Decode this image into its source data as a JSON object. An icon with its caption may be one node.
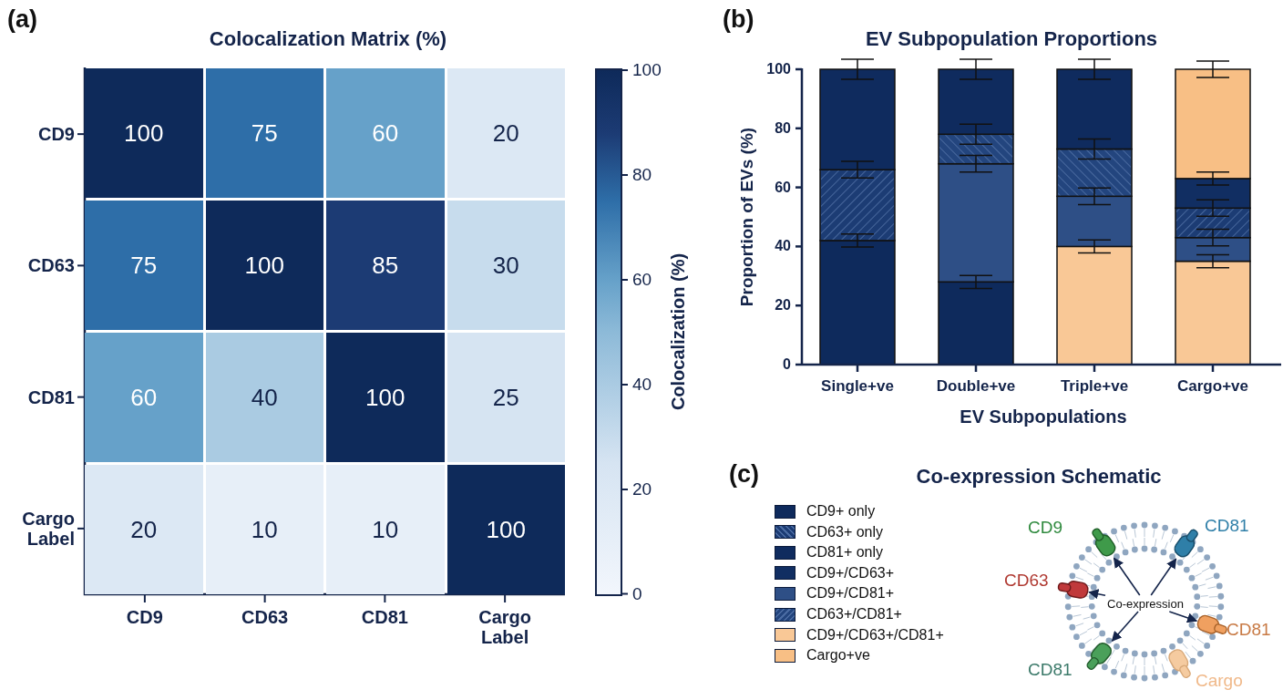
{
  "diagram": {
    "nodes": [
      {
        "text": [
          "Co-expression"
        ]
      },
      {
        "text": [],
        "shape": "capsule",
        "beside": [
          "CD9"
        ]
      },
      {
        "text": [],
        "shape": "capsule",
        "beside": [
          "CD81"
        ]
      },
      {
        "text": [],
        "shape": "capsule",
        "beside": [
          "CD63"
        ]
      },
      {
        "text": [],
        "shape": "capsule",
        "beside": [
          "CD81"
        ]
      },
      {
        "text": [],
        "shape": "capsule",
        "beside": [
          "CD81"
        ]
      },
      {
        "text": [],
        "shape": "capsule",
        "beside": [
          "Cargo"
        ]
      }
    ],
    "edges": [
      {
        "from": 0,
        "to": 1,
        "arrow": "to"
      },
      {
        "from": 0,
        "to": 2,
        "arrow": "to"
      },
      {
        "from": 0,
        "to": 3,
        "arrow": "to"
      },
      {
        "from": 0,
        "to": 4,
        "arrow": "to"
      },
      {
        "from": 0,
        "to": 5,
        "arrow": "to"
      }
    ],
    "labels": [
      "(a)",
      "Colocalization Matrix (%)",
      "CD9",
      "100",
      "75",
      "60",
      "20",
      "CD63",
      "75",
      "100",
      "85",
      "30",
      "CD81",
      "60",
      "40",
      "100",
      "25",
      "Cargo Label",
      "20",
      "10",
      "10",
      "100",
      "CD9",
      "CD63",
      "CD81",
      "Cargo Label",
      "Colocalization (%)",
      "100",
      "80",
      "60",
      "40",
      "20",
      "0",
      "(b)",
      "(c)",
      "Co-expression Schematic"
    ],
    "chart_data": {
      "type": "bar",
      "title": "EV Subpopulation Proportions",
      "xlabel": "EV Subpopulations",
      "ylabel": "Proportion of EVs (%)",
      "categories": [
        "Single+ve",
        "Double+ve",
        "Triple+ve",
        "Cargo+ve"
      ],
      "stacked": true,
      "ylim": [
        0,
        100
      ],
      "yticks": [
        0,
        20,
        40,
        60,
        80,
        100
      ],
      "series": [
        {
          "name": "CD9+ only",
          "color": "#0e2a5c",
          "values": [
            42,
            28,
            null,
            null
          ]
        },
        {
          "name": "CD63+ only",
          "color": "#1c3c74",
          "values": [
            24,
            null,
            null,
            10
          ]
        },
        {
          "name": "CD81+ only",
          "color": "#0f2b5e",
          "values": [
            34,
            22,
            27,
            null
          ]
        },
        {
          "name": "CD9+/CD63+",
          "color": "#112e62",
          "values": [
            null,
            null,
            null,
            10
          ]
        },
        {
          "name": "CD9+/CD81+",
          "color": "#2e4f86",
          "values": [
            null,
            40,
            17,
            8
          ]
        },
        {
          "name": "CD63+/CD81+",
          "color": "#23457e",
          "values": [
            null,
            10,
            16,
            null
          ]
        },
        {
          "name": "CD9+/CD63+/CD81+",
          "color": "#f9c896",
          "values": [
            null,
            null,
            40,
            35
          ]
        },
        {
          "name": "Cargo+ve",
          "color": "#f8bf85",
          "values": [
            null,
            null,
            null,
            37
          ]
        }
      ]
    }
  }
}
